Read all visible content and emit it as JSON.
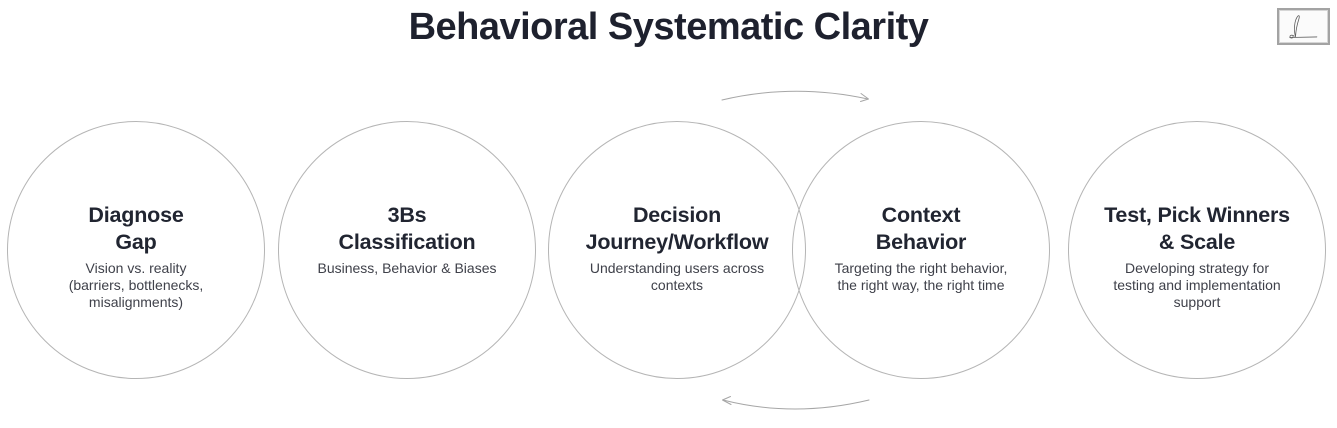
{
  "title": "Behavioral Systematic Clarity",
  "colors": {
    "background": "#ffffff",
    "title_text": "#1e212e",
    "heading_text": "#212531",
    "body_text": "#3f414a",
    "circle_border": "#b5b5b5",
    "arrow": "#a6a6a6"
  },
  "steps": [
    {
      "heading": "Diagnose\nGap",
      "description": "Vision vs. reality\n(barriers, bottlenecks,\nmisalignments)"
    },
    {
      "heading": "3Bs\nClassification",
      "description": "Business, Behavior & Biases"
    },
    {
      "heading": "Decision\nJourney/Workflow",
      "description": "Understanding users across\ncontexts"
    },
    {
      "heading": "Context\nBehavior",
      "description": "Targeting the right behavior,\nthe right way, the right time"
    },
    {
      "heading": "Test, Pick Winners\n& Scale",
      "description": "Developing strategy for\ntesting and implementation\nsupport"
    }
  ]
}
